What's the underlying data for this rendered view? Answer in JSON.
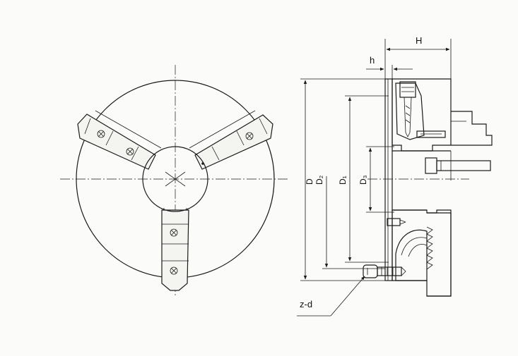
{
  "labels": {
    "H": "H",
    "h": "h",
    "D": "D",
    "D2": "D₂",
    "D1": "D₁",
    "D3": "D₃",
    "zd": "z-d"
  },
  "colors": {
    "ink": "#1a1a1a",
    "paper": "#fbfbf9"
  }
}
